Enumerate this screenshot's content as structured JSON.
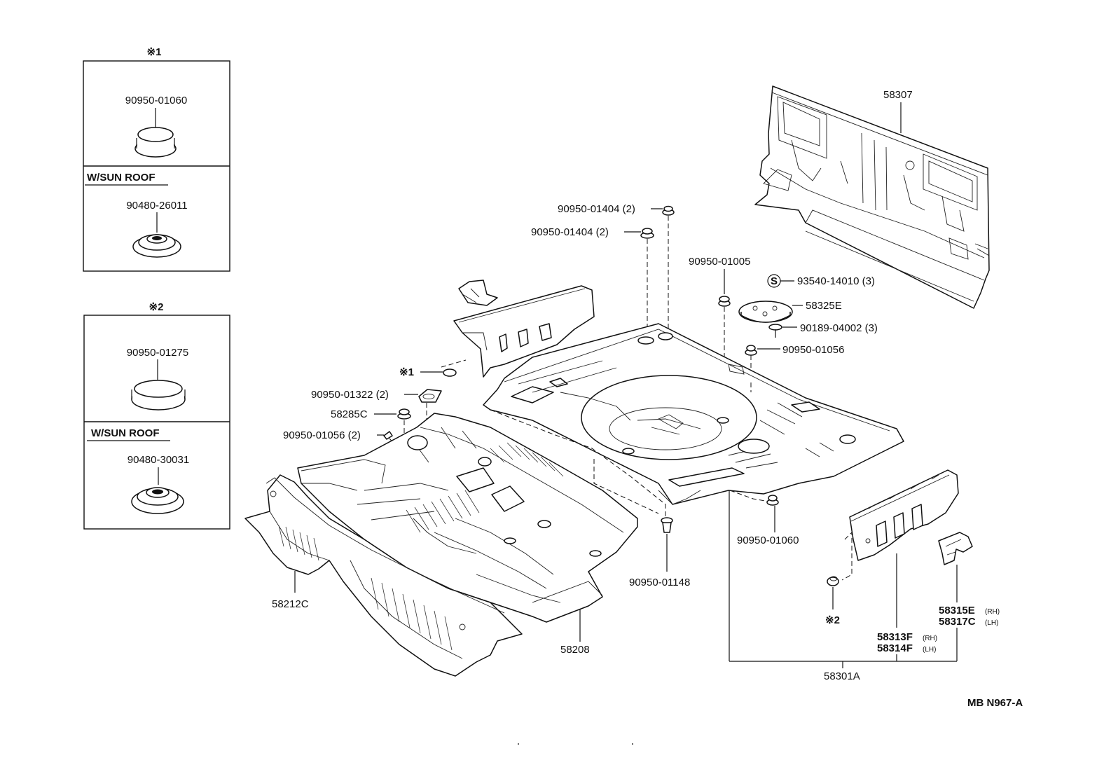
{
  "inset1": {
    "title": "※1",
    "part_top": "90950-01060",
    "section": "W/SUN ROOF",
    "part_bottom": "90480-26011"
  },
  "inset2": {
    "title": "※2",
    "part_top": "90950-01275",
    "section": "W/SUN ROOF",
    "part_bottom": "90480-30031"
  },
  "labels": {
    "p58307": "58307",
    "p90950_01404_a": "90950-01404 (2)",
    "p90950_01404_b": "90950-01404 (2)",
    "p90950_01005": "90950-01005",
    "p93540": "93540-14010 (3)",
    "s_mark": "S",
    "p58325E": "58325E",
    "p90189": "90189-04002 (3)",
    "p90950_01056": "90950-01056",
    "ref1": "※1",
    "p90950_01322": "90950-01322 (2)",
    "p58285C": "58285C",
    "p90950_01056_2": "90950-01056 (2)",
    "p90950_01060": "90950-01060",
    "p90950_01148": "90950-01148",
    "p58212C": "58212C",
    "p58208": "58208",
    "ref2": "※2",
    "p58313F": "58313F",
    "rh1": "(RH)",
    "p58314F": "58314F",
    "lh1": "(LH)",
    "p58315E": "58315E",
    "rh2": "(RH)",
    "p58317C": "58317C",
    "lh2": "(LH)",
    "p58301A": "58301A",
    "code": "MB N967-A"
  }
}
